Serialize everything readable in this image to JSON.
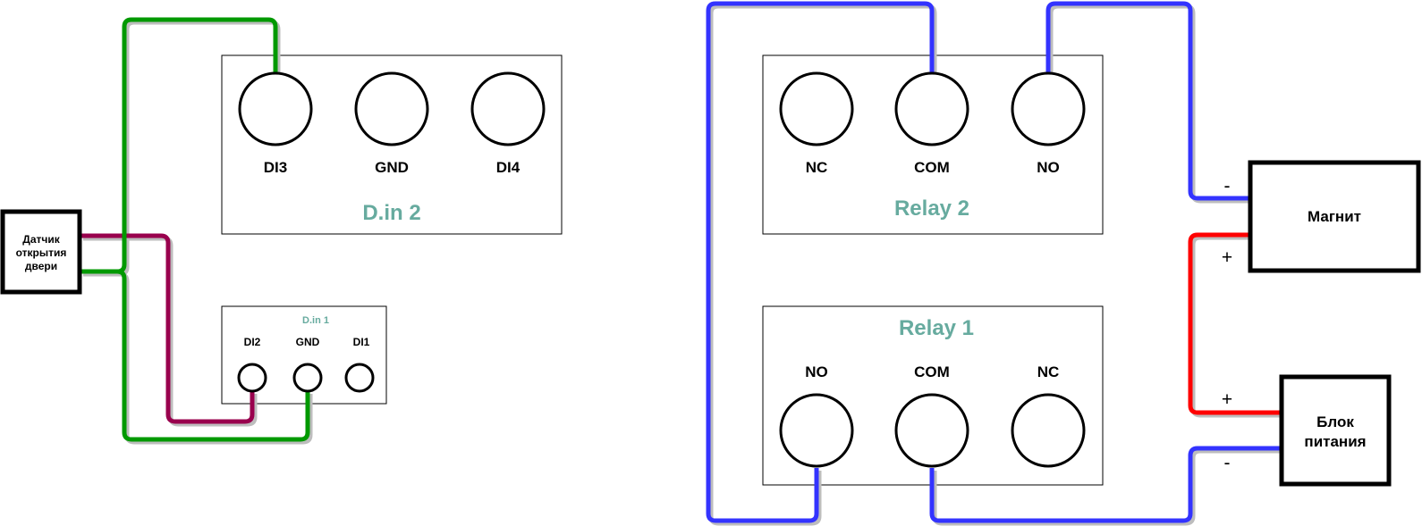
{
  "colors": {
    "green_wire": "#009900",
    "purple_wire": "#99004D",
    "blue_wire": "#3333FF",
    "red_wire": "#FF0000",
    "module_title": "#67AB9F"
  },
  "devices": {
    "door_sensor": {
      "lines": [
        "Датчик",
        "открытия",
        "двери"
      ]
    },
    "magnet": {
      "label": "Магнит",
      "minus": "-",
      "plus": "+"
    },
    "power_supply": {
      "lines": [
        "Блок",
        "питания"
      ],
      "plus": "+",
      "minus": "-"
    }
  },
  "modules": {
    "din2": {
      "title": "D.in 2",
      "pins": [
        "DI3",
        "GND",
        "DI4"
      ]
    },
    "din1": {
      "title": "D.in 1",
      "pins": [
        "DI2",
        "GND",
        "DI1"
      ]
    },
    "relay2": {
      "title": "Relay 2",
      "pins": [
        "NC",
        "COM",
        "NO"
      ]
    },
    "relay1": {
      "title": "Relay 1",
      "pins": [
        "NO",
        "COM",
        "NC"
      ]
    }
  },
  "connections": [
    {
      "from": "door_sensor",
      "to": "din2.DI3",
      "color": "green"
    },
    {
      "from": "door_sensor",
      "to": "din1.GND",
      "color": "green"
    },
    {
      "from": "door_sensor",
      "to": "din1.DI2",
      "color": "purple"
    },
    {
      "from": "relay2.COM",
      "to": "relay1.NO",
      "color": "blue"
    },
    {
      "from": "relay2.NO",
      "to": "magnet.minus",
      "color": "blue"
    },
    {
      "from": "relay1.COM",
      "to": "power_supply.minus",
      "color": "blue"
    },
    {
      "from": "power_supply.plus",
      "to": "magnet.plus",
      "color": "red"
    }
  ]
}
